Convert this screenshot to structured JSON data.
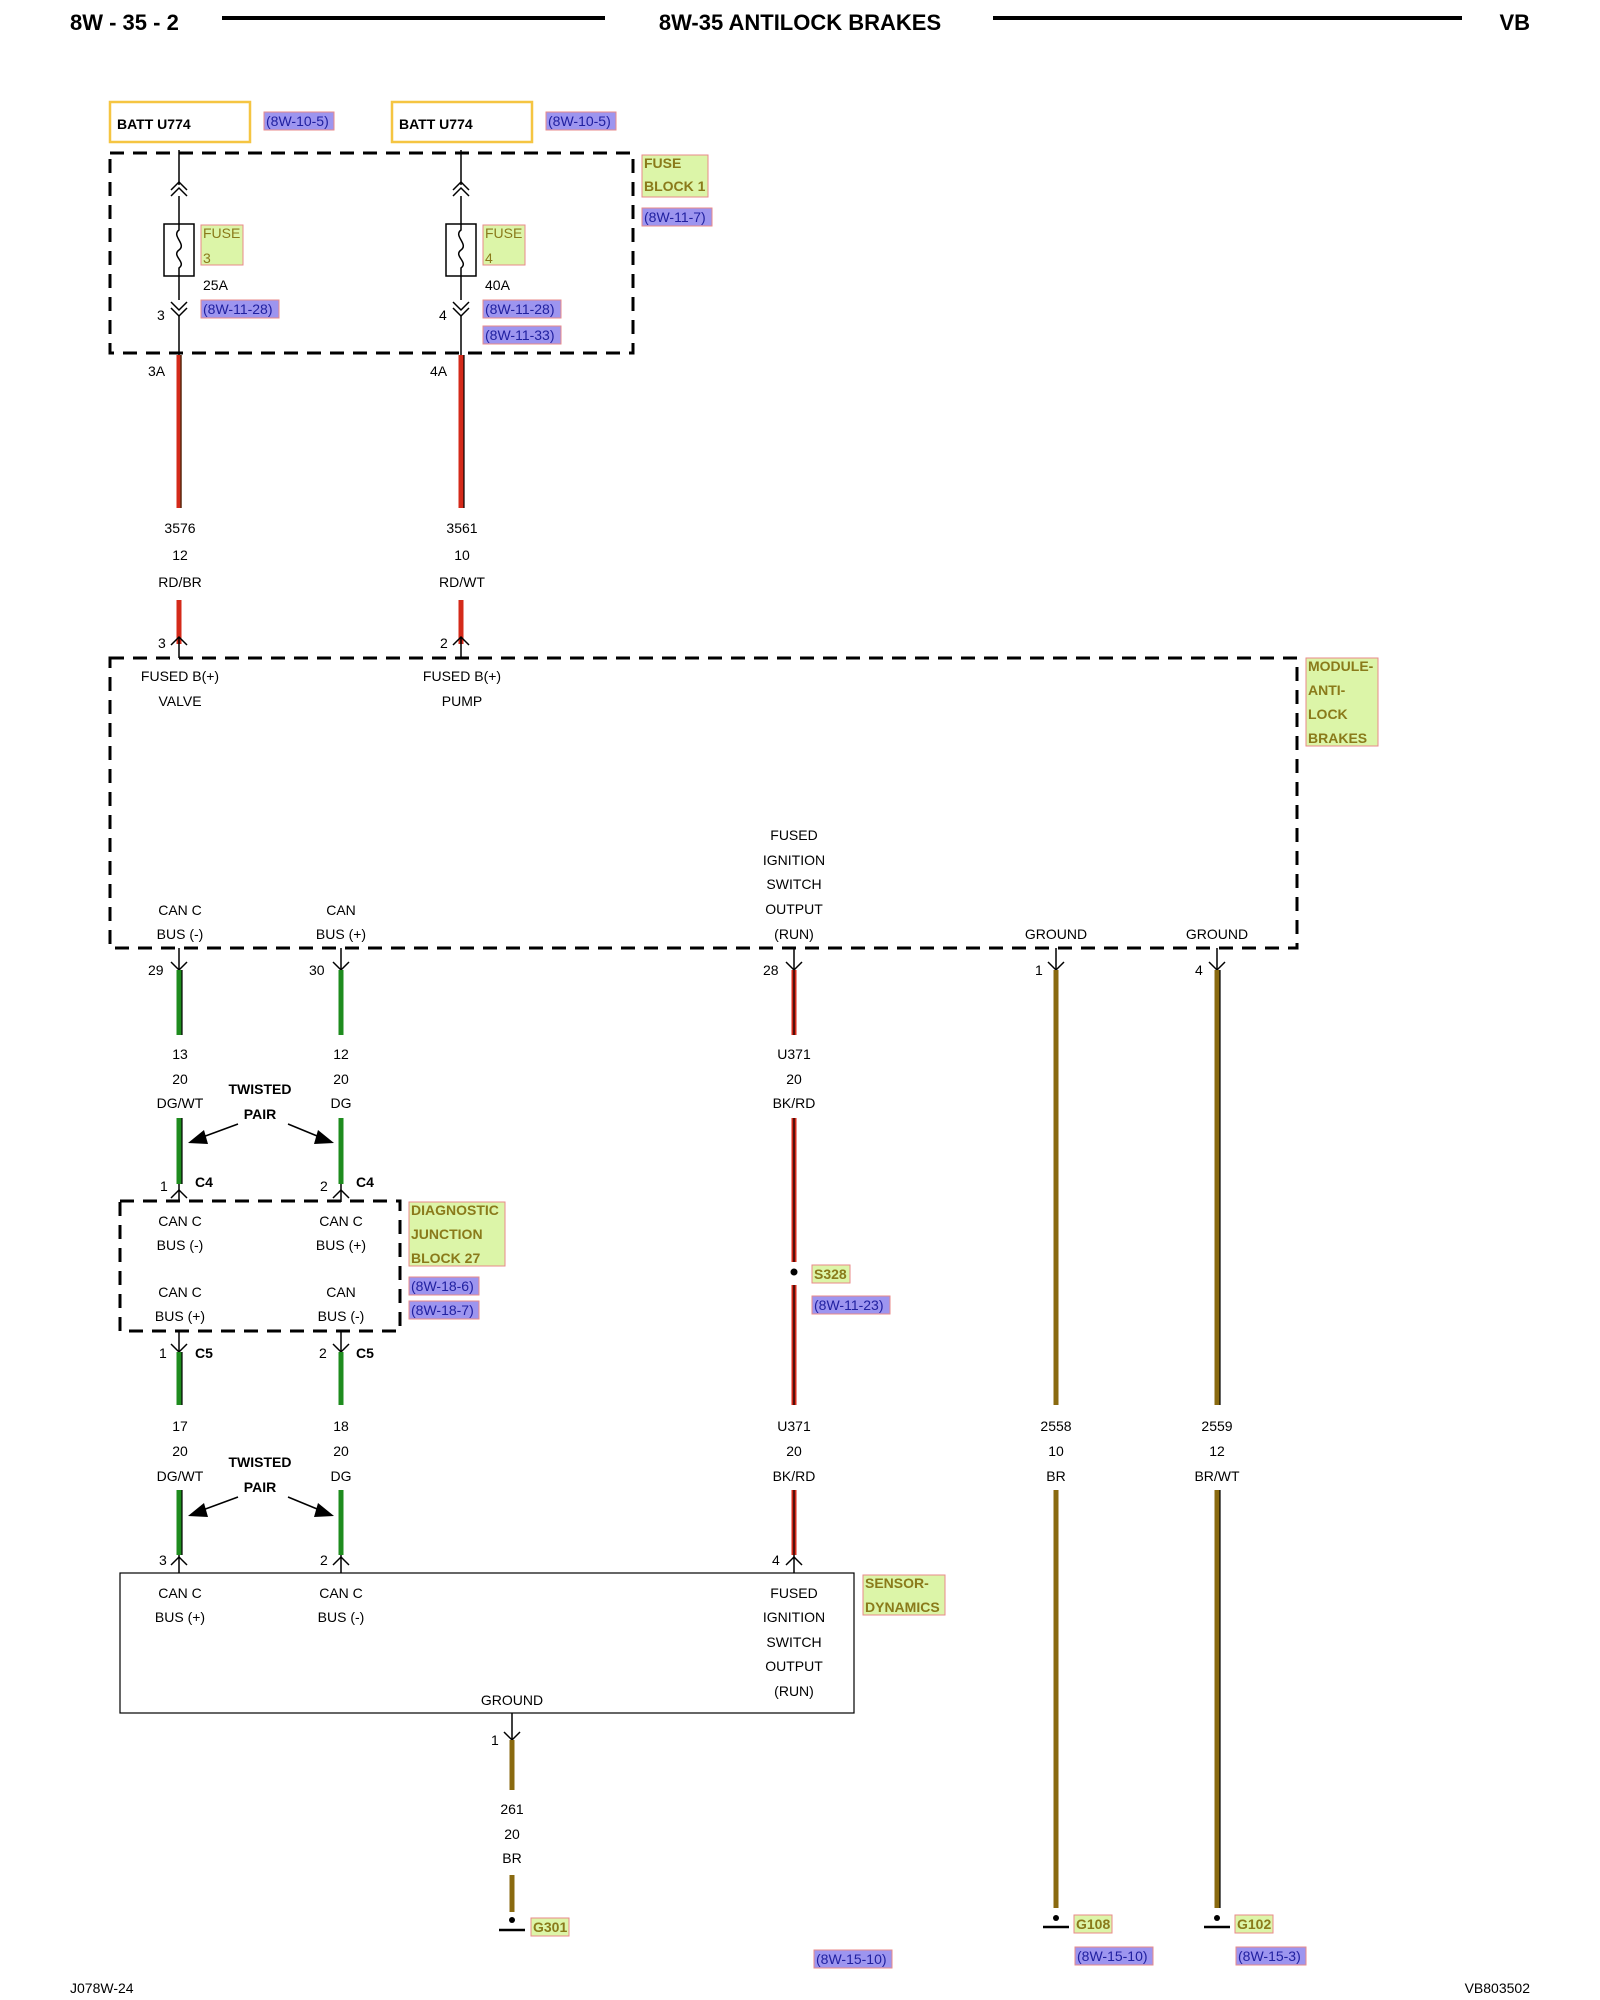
{
  "header": {
    "left": "8W - 35 - 2",
    "center": "8W-35 ANTILOCK BRAKES",
    "right": "VB"
  },
  "footer": {
    "left": "J078W-24",
    "right": "VB803502"
  },
  "sources": [
    {
      "label": "BATT U774",
      "ref": "(8W-10-5)"
    },
    {
      "label": "BATT U774",
      "ref": "(8W-10-5)"
    }
  ],
  "fuse_block": {
    "name_line1": "FUSE",
    "name_line2": "BLOCK 1",
    "ref": "(8W-11-7)"
  },
  "fuses": [
    {
      "tag1": "FUSE",
      "tag2": "3",
      "rating": "25A",
      "refs": [
        "(8W-11-28)"
      ],
      "pin": "3",
      "out": "3A"
    },
    {
      "tag1": "FUSE",
      "tag2": "4",
      "rating": "40A",
      "refs": [
        "(8W-11-28)",
        "(8W-11-33)"
      ],
      "pin": "4",
      "out": "4A"
    }
  ],
  "wires_top": [
    {
      "circuit": "3576",
      "gauge": "12",
      "color": "RD/BR",
      "pin": "3"
    },
    {
      "circuit": "3561",
      "gauge": "10",
      "color": "RD/WT",
      "pin": "2"
    }
  ],
  "abs_module": {
    "name": [
      "MODULE-",
      "ANTI-",
      "LOCK",
      "BRAKES"
    ],
    "pin_valve": [
      "FUSED B(+)",
      "VALVE"
    ],
    "pin_pump": [
      "FUSED B(+)",
      "PUMP"
    ],
    "can_minus": [
      "CAN C",
      "BUS (-)"
    ],
    "can_plus": [
      "CAN",
      "BUS (+)"
    ],
    "fused_ign": [
      "FUSED",
      "IGNITION",
      "SWITCH",
      "OUTPUT",
      "(RUN)"
    ],
    "ground1": "GROUND",
    "ground2": "GROUND"
  },
  "abs_pins": {
    "can_minus": "29",
    "can_plus": "30",
    "ign": "28",
    "gnd1": "1",
    "gnd2": "4"
  },
  "mid_wires": [
    {
      "circuit": "13",
      "gauge": "20",
      "color": "DG/WT"
    },
    {
      "circuit": "12",
      "gauge": "20",
      "color": "DG"
    },
    {
      "circuit": "U371",
      "gauge": "20",
      "color": "BK/RD"
    }
  ],
  "twisted_pair": {
    "line1": "TWISTED",
    "line2": "PAIR"
  },
  "c4": {
    "name": "C4",
    "pin_left": "1",
    "pin_right": "2"
  },
  "djb": {
    "name": [
      "DIAGNOSTIC",
      "JUNCTION",
      "BLOCK 27"
    ],
    "refs": [
      "(8W-18-6)",
      "(8W-18-7)"
    ],
    "tl": [
      "CAN C",
      "BUS (-)"
    ],
    "tr": [
      "CAN C",
      "BUS (+)"
    ],
    "bl": [
      "CAN C",
      "BUS (+)"
    ],
    "br": [
      "CAN",
      "BUS (-)"
    ]
  },
  "c5": {
    "name": "C5",
    "pin_left": "1",
    "pin_right": "2"
  },
  "splice": {
    "name": "S328",
    "ref": "(8W-11-23)"
  },
  "low_wires": [
    {
      "circuit": "17",
      "gauge": "20",
      "color": "DG/WT"
    },
    {
      "circuit": "18",
      "gauge": "20",
      "color": "DG"
    },
    {
      "circuit": "U371",
      "gauge": "20",
      "color": "BK/RD"
    },
    {
      "circuit": "2558",
      "gauge": "10",
      "color": "BR"
    },
    {
      "circuit": "2559",
      "gauge": "12",
      "color": "BR/WT"
    }
  ],
  "sensor": {
    "name": [
      "SENSOR-",
      "DYNAMICS"
    ],
    "can_plus": [
      "CAN C",
      "BUS (+)"
    ],
    "can_minus": [
      "CAN C",
      "BUS (-)"
    ],
    "fused_ign": [
      "FUSED",
      "IGNITION",
      "SWITCH",
      "OUTPUT",
      "(RUN)"
    ],
    "ground": "GROUND"
  },
  "sensor_pins": {
    "can_plus": "3",
    "can_minus": "2",
    "ign": "4",
    "gnd": "1"
  },
  "ground_wire": {
    "circuit": "261",
    "gauge": "20",
    "color": "BR"
  },
  "grounds": [
    {
      "name": "G301",
      "ref": "(8W-15-10)"
    },
    {
      "name": "G108",
      "ref": "(8W-15-10)"
    },
    {
      "name": "G102",
      "ref": "(8W-15-3)"
    }
  ],
  "wire_colors": {
    "red": "#d42a1a",
    "green": "#1e8c1e",
    "brown": "#8a6a10",
    "black": "#000000"
  }
}
